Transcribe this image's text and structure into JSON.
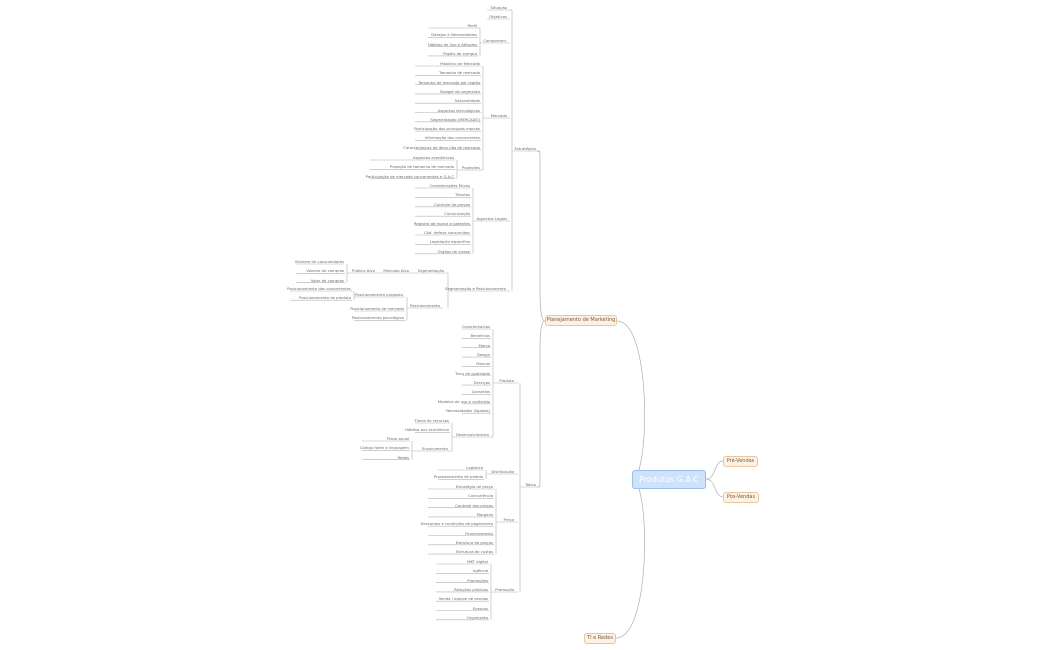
{
  "root": "Produtos G.A.C",
  "main_branches": {
    "planejamento": "Planejamento de Marketing",
    "pre_vendas": "Pré-Vendas",
    "pos_vendas": "Pós-Vendas",
    "ti_redes": "TI e Redes"
  },
  "estrategico": {
    "label": "Estratégico",
    "situacao": "Situação",
    "objetivos": "Objetivos",
    "comportamento": {
      "label": "Comportam.",
      "items": [
        "Perfil",
        "Desejos e Necessidades",
        "Hábitos de Uso e Atitudes",
        "Papéis de compra"
      ]
    },
    "mercado": {
      "label": "Mercado",
      "items": [
        "Histórico de Mercado",
        "Tamanho de mercado",
        "Tamanho de mercado por região",
        "Budget do segmento",
        "Sazonalidade",
        "Aspectos tecnológicos",
        "Segmentação (MERCADO)",
        "Participação dos principais marcas",
        "Informação dos concorrentes",
        "Características de itens não de mercado"
      ],
      "projecoes": {
        "label": "Projeções",
        "items": [
          "Aspectos econômicos",
          "Projeção de tamanho de mercado",
          "Participação de mercado concorrentes e G.A.C"
        ]
      }
    },
    "aspectos_legais": {
      "label": "Aspectos Legais",
      "items": [
        "Considerações Éticas",
        "Tributos",
        "Controle de preços",
        "Comunicação",
        "Registro de marca e patentes",
        "Cód. defesa consumidor",
        "Legislação específica",
        "Órgãos de classe"
      ]
    },
    "seg_pos": {
      "label": "Segmentação e Posicionamento",
      "segmentacao": {
        "label": "Segmentação",
        "mercado_alvo": "Mercado Alvo",
        "publico_alvo": "Público Alvo",
        "items": [
          "Número de consumidores",
          "Volume de compras",
          "Valor de compras"
        ]
      },
      "posicionamento": {
        "label": "Posicionamento",
        "proposto": "Posicionamento proposto",
        "proposto_items": [
          "Posicionamento dos concorrentes",
          "Posicionamento do produto"
        ],
        "items": [
          "Posicionamento de mercado",
          "Posicionamento psicológico"
        ]
      }
    }
  },
  "tatico": {
    "label": "Tático",
    "produto": {
      "label": "Produto",
      "items": [
        "Características",
        "Benefícios",
        "Marca",
        "Design",
        "Manual",
        "Tiers de qualidade",
        "Serviços",
        "Garantias",
        "Modelos de uso e conteúdo",
        "Necessidades (ligadas)"
      ],
      "desenvolvimento": {
        "label": "Desenvolvimento",
        "items": [
          "Times de recursos",
          "Hábitos por econômico"
        ],
        "envolvimento": {
          "label": "Envolvimento",
          "items": [
            "Plano anual",
            "Código fonte e linguagem",
            "Redes"
          ]
        }
      }
    },
    "distribuicao": {
      "label": "Distribuição",
      "items": [
        "Logística",
        "Processamento de pedido"
      ]
    },
    "preco": {
      "label": "Preço",
      "items": [
        "Estratégia de preço",
        "Concorrência",
        "Controle dos preços",
        "Margens",
        "Descontos e condições de pagamento",
        "Financiamento",
        "Estrutura de preços",
        "Estrutura de custos"
      ]
    },
    "promocao": {
      "label": "Promoção",
      "items": [
        "MKT digital",
        "Agência",
        "Promoções",
        "Relações públicas",
        "Venda / equipe de vendas",
        "Eventos",
        "Orçamento"
      ]
    }
  },
  "colors": {
    "line": "#b0b0b0",
    "root_fill": "#cfe2fb",
    "branch_fill": "#fdf1e6",
    "branch_border": "#e9c5a0"
  }
}
